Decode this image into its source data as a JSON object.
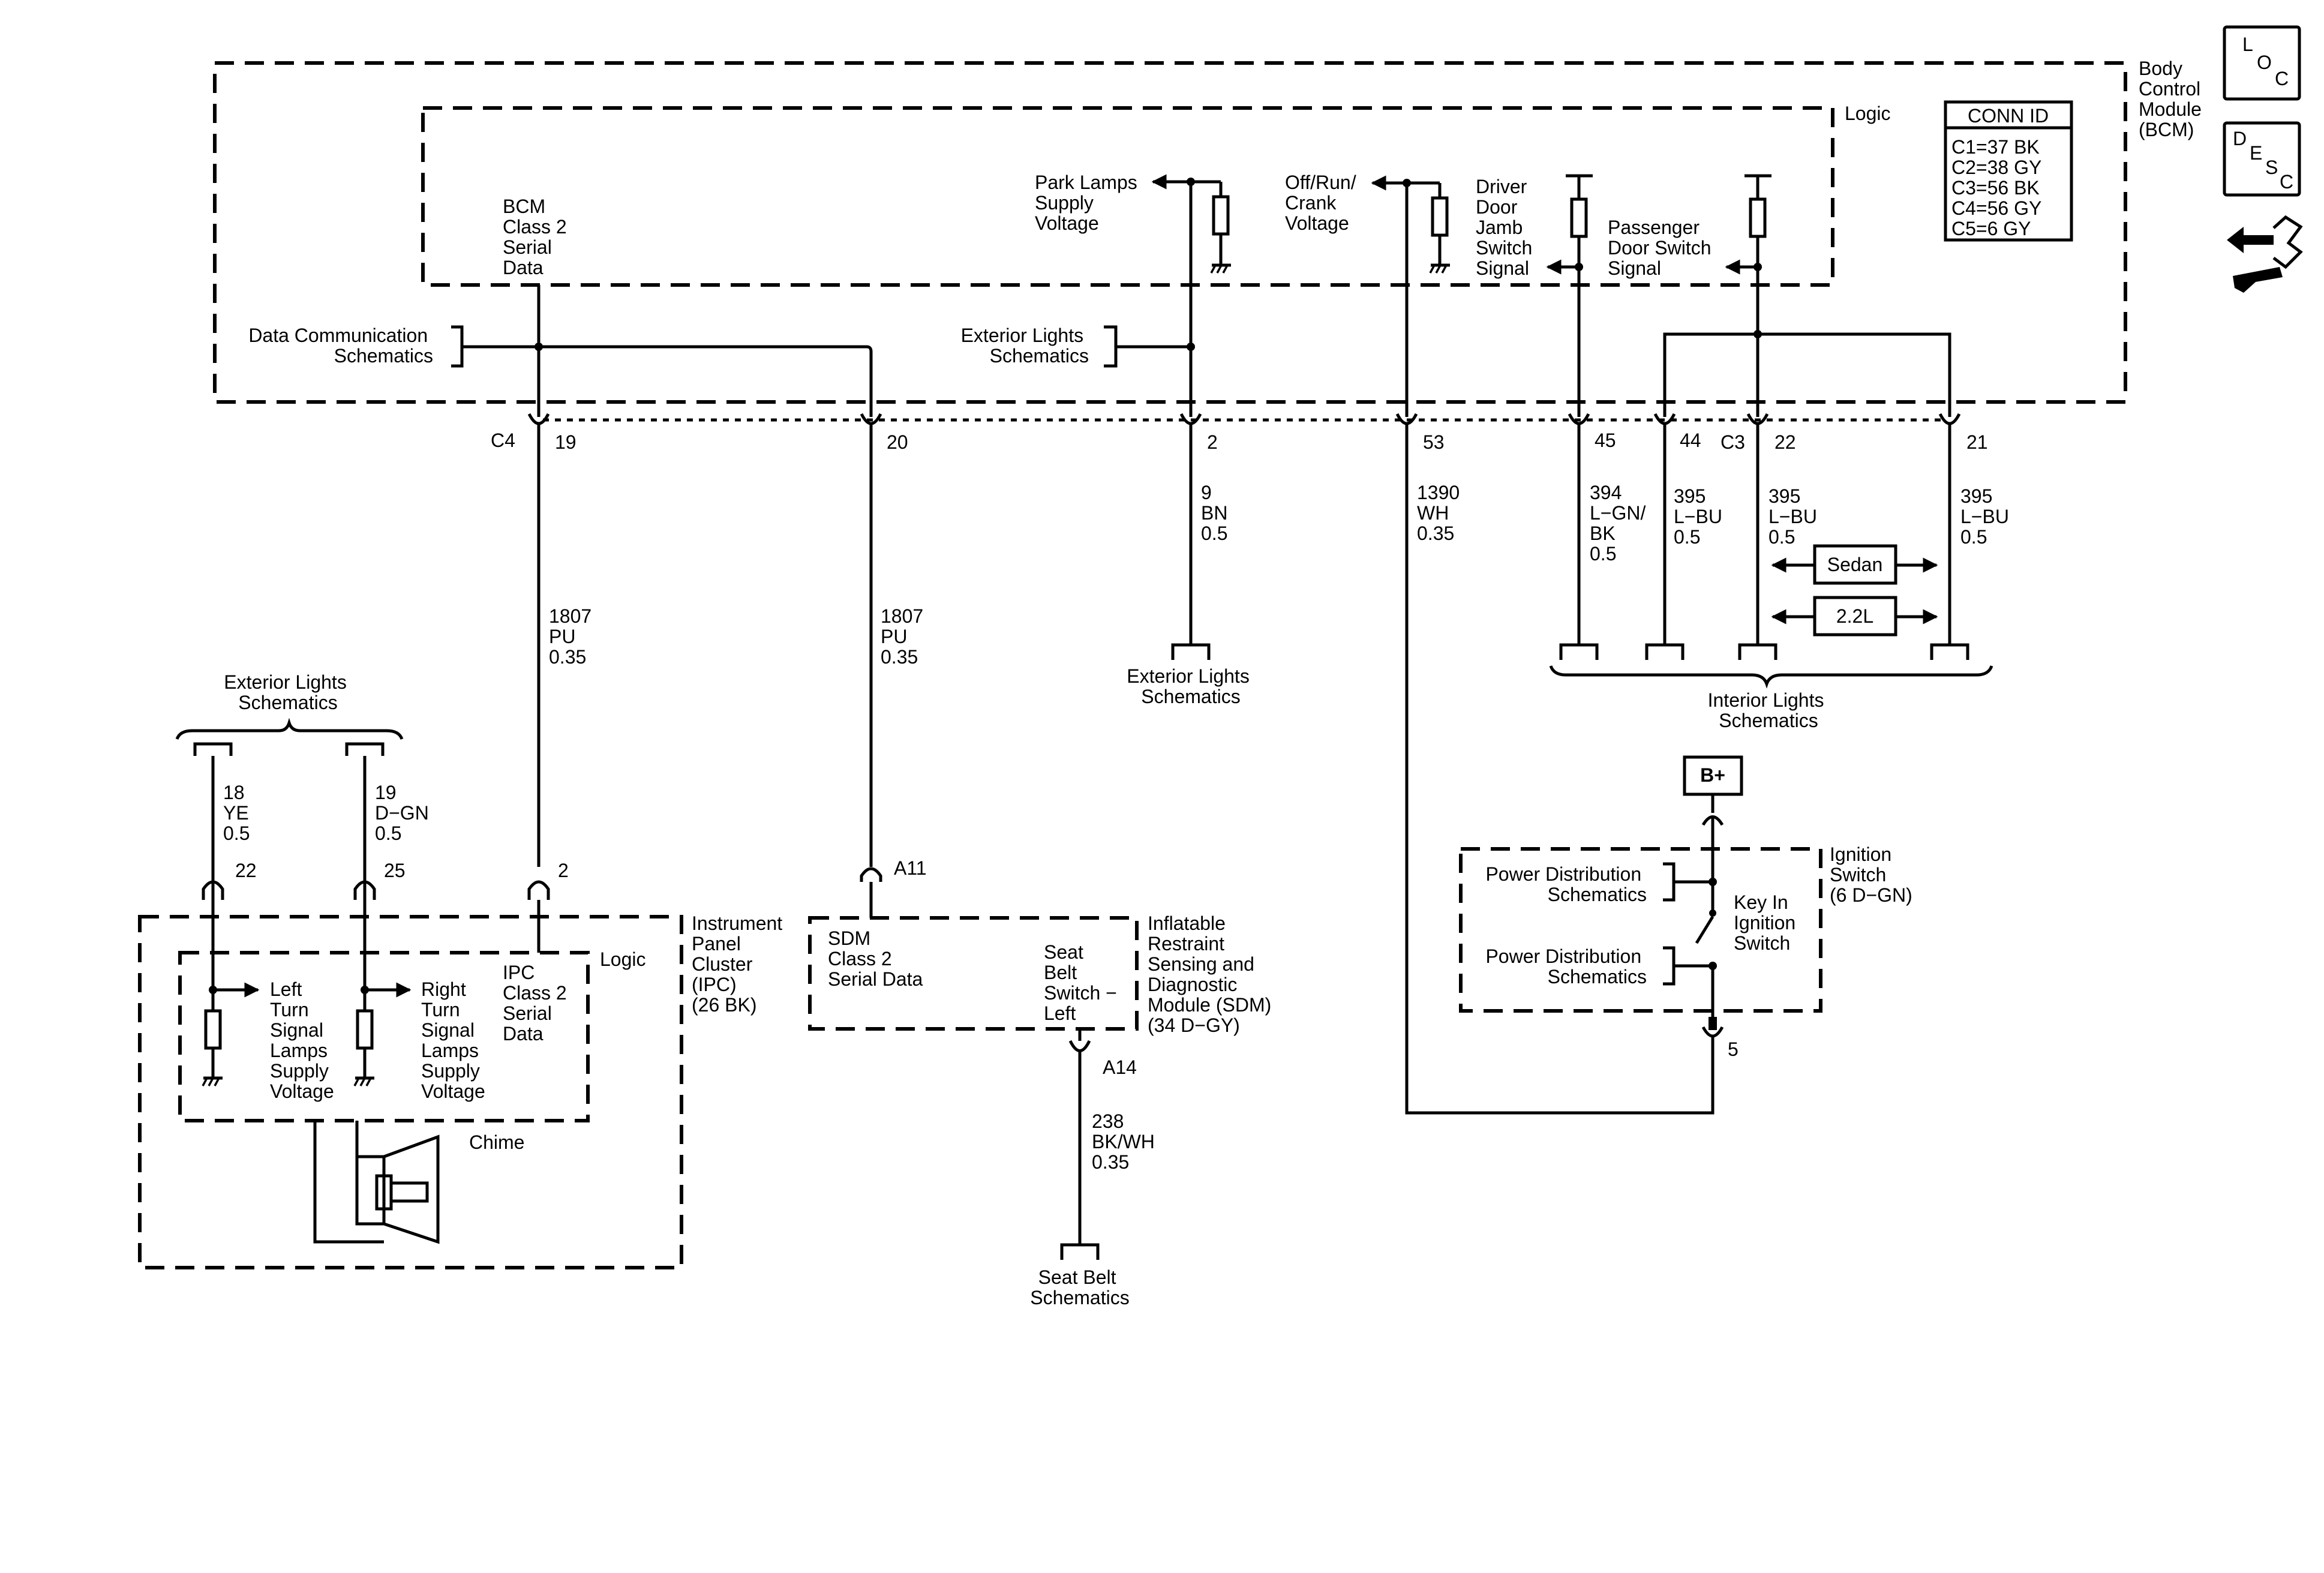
{
  "bcm": {
    "name": [
      "Body",
      "Control",
      "Module",
      "(BCM)"
    ],
    "logic": "Logic",
    "conn_id": {
      "title": "CONN ID",
      "rows": [
        "C1=37 BK",
        "C2=38 GY",
        "C3=56 BK",
        "C4=56 GY",
        "C5=6 GY"
      ]
    },
    "serial": [
      "BCM",
      "Class 2",
      "Serial",
      "Data"
    ],
    "park_lamps": [
      "Park Lamps",
      "Supply",
      "Voltage"
    ],
    "off_run": [
      "Off/Run/",
      "Crank",
      "Voltage"
    ],
    "driver_door": [
      "Driver",
      "Door",
      "Jamb",
      "Switch",
      "Signal"
    ],
    "passenger_door": [
      "Passenger",
      "Door Switch",
      "Signal"
    ],
    "data_comm": [
      "Data Communication",
      "Schematics"
    ],
    "ext_lights_inner": [
      "Exterior Lights",
      "Schematics"
    ]
  },
  "icons": {
    "loc": "L O C",
    "desc": "D E S C",
    "repair": "connector-repair-icon"
  },
  "connectors": {
    "c4": "C4",
    "c3": "C3"
  },
  "pins": {
    "p19": "19",
    "p20": "20",
    "p2": "2",
    "p53": "53",
    "p45": "45",
    "p44": "44",
    "p22": "22",
    "p21": "21",
    "ipc22": "22",
    "ipc25": "25",
    "ipc2": "2",
    "a11": "A11",
    "a14": "A14",
    "ign5": "5"
  },
  "wires": {
    "w19": [
      "1807",
      "PU",
      "0.35"
    ],
    "w20": [
      "1807",
      "PU",
      "0.35"
    ],
    "w2": [
      "9",
      "BN",
      "0.5"
    ],
    "w53": [
      "1390",
      "WH",
      "0.35"
    ],
    "w45": [
      "394",
      "L−GN/",
      "BK",
      "0.5"
    ],
    "w44": [
      "395",
      "L−BU",
      "0.5"
    ],
    "w22": [
      "395",
      "L−BU",
      "0.5"
    ],
    "w21": [
      "395",
      "L−BU",
      "0.5"
    ],
    "wye": [
      "18",
      "YE",
      "0.5"
    ],
    "wdgn": [
      "19",
      "D−GN",
      "0.5"
    ],
    "wsb": [
      "238",
      "BK/WH",
      "0.35"
    ]
  },
  "options": {
    "sedan": "Sedan",
    "l22": "2.2L"
  },
  "refs": {
    "ext_lights_bottom": [
      "Exterior Lights",
      "Schematics"
    ],
    "ext_lights_left": [
      "Exterior Lights",
      "Schematics"
    ],
    "interior_lights": [
      "Interior Lights",
      "Schematics"
    ],
    "seat_belt": [
      "Seat Belt",
      "Schematics"
    ],
    "power_dist_1": [
      "Power Distribution",
      "Schematics"
    ],
    "power_dist_2": [
      "Power Distribution",
      "Schematics"
    ]
  },
  "ipc": {
    "name": [
      "Instrument",
      "Panel",
      "Cluster",
      "(IPC)",
      "(26 BK)"
    ],
    "logic": "Logic",
    "left_turn": [
      "Left",
      "Turn",
      "Signal",
      "Lamps",
      "Supply",
      "Voltage"
    ],
    "right_turn": [
      "Right",
      "Turn",
      "Signal",
      "Lamps",
      "Supply",
      "Voltage"
    ],
    "serial": [
      "IPC",
      "Class 2",
      "Serial",
      "Data"
    ],
    "chime": "Chime"
  },
  "sdm": {
    "name": [
      "Inflatable",
      "Restraint",
      "Sensing and",
      "Diagnostic",
      "Module (SDM)",
      "(34 D−GY)"
    ],
    "serial": [
      "SDM",
      "Class 2",
      "Serial Data"
    ],
    "seat_belt_switch": [
      "Seat",
      "Belt",
      "Switch −",
      "Left"
    ]
  },
  "ignition": {
    "name": [
      "Ignition",
      "Switch",
      "(6 D−GN)"
    ],
    "key_in": [
      "Key In",
      "Ignition",
      "Switch"
    ],
    "bplus": "B+"
  }
}
